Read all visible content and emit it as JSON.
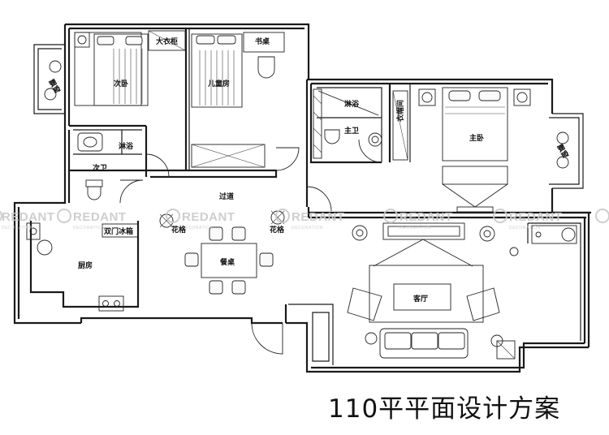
{
  "caption": "110平平面设计方案",
  "rooms": {
    "secondary_bedroom": "次卧",
    "wardrobe": "大衣柜",
    "kids_room": "儿童房",
    "bookcase": "书桌",
    "balcony_left": "飘窗",
    "shower_left": "淋浴",
    "secondary_bath": "次卫",
    "shower_right": "淋浴",
    "master_bath": "主卫",
    "cloakroom": "衣帽间",
    "master_bedroom": "主卧",
    "balcony_right": "飘窗",
    "corridor": "过道",
    "fridge": "双门冰箱",
    "flower_left": "花格",
    "flower_right": "花格",
    "kitchen": "厨房",
    "dining_table": "餐桌",
    "living_room": "客厅"
  },
  "watermark": {
    "brand": "REDANT",
    "sub": "DECORATION"
  }
}
